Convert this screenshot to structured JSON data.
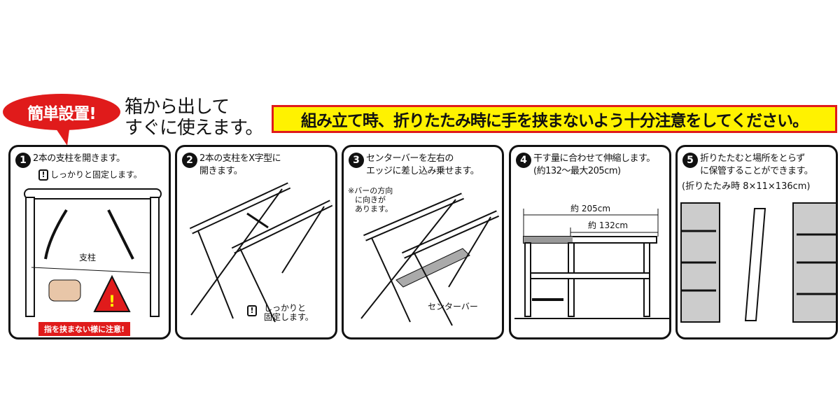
{
  "header": {
    "callout": "簡単設置!",
    "headline_line1": "箱から出して",
    "headline_line2": "すぐに使えます。",
    "warning_banner": "組み立て時、折りたたみ時に手を挟まないよう十分注意をしてください。"
  },
  "steps": [
    {
      "number": "1",
      "text": "2本の支柱を開きます。",
      "note": "しっかりと固定します。",
      "label_post": "支柱",
      "warning_label": "指を挟まない様に注意!"
    },
    {
      "number": "2",
      "text_line1": "2本の支柱をX字型に",
      "text_line2": "開きます。",
      "note_line1": "しっかりと",
      "note_line2": "固定します。"
    },
    {
      "number": "3",
      "text_line1": "センターバーを左右の",
      "text_line2": "エッジに差し込み乗せます。",
      "note_line1": "※バーの方向",
      "note_line2": "に向きが",
      "note_line3": "あります。",
      "label_bar": "センターバー"
    },
    {
      "number": "4",
      "text_line1": "干す量に合わせて伸縮します。",
      "text_line2": "(約132〜最大205cm)",
      "dim_max": "約 205cm",
      "dim_min": "約 132cm"
    },
    {
      "number": "5",
      "text_line1": "折りたたむと場所をとらず",
      "text_line2": "に保管することができます。",
      "text_line3": "(折りたたみ時 8×11×136cm)"
    }
  ],
  "colors": {
    "accent_red": "#e01b1b",
    "banner_yellow": "#fff200"
  }
}
